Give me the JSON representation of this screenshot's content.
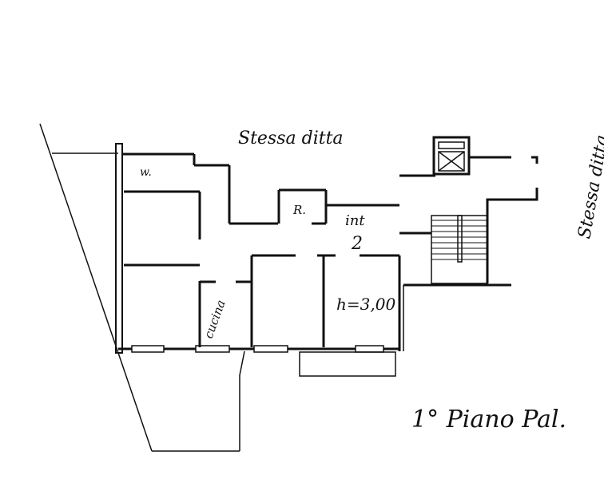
{
  "labels": {
    "top_neighbor": "Stessa ditta",
    "right_neighbor": "Stessa ditta",
    "wc": "w.",
    "storage": "R.",
    "unit": "int",
    "unit_number": "2",
    "kitchen": "cucina",
    "ceiling_height": "h=3,00",
    "floor_caption": "1° Piano Pal."
  }
}
